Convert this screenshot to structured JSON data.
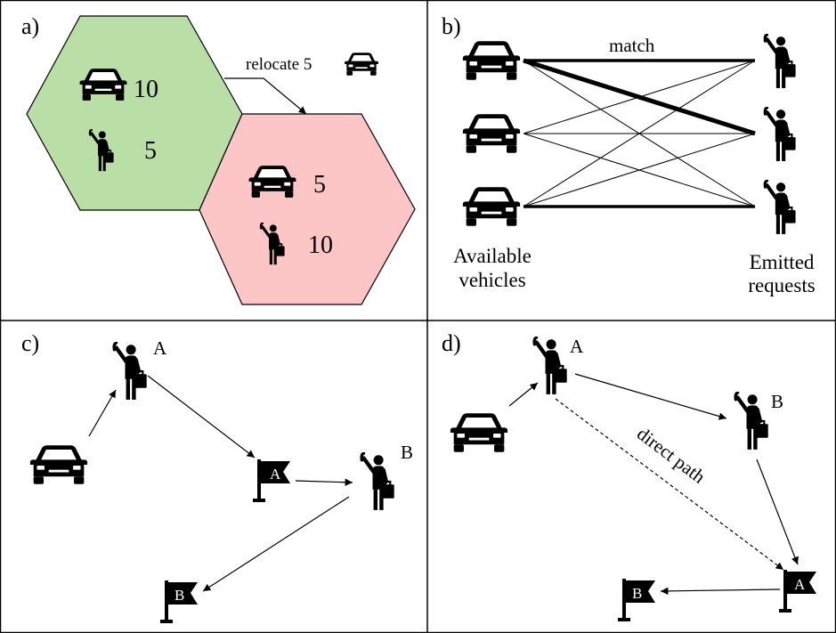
{
  "panels": {
    "a": {
      "label": "a)",
      "green_cell": {
        "vehicles": "10",
        "requests": "5",
        "color": "#b9dfa6"
      },
      "red_cell": {
        "vehicles": "5",
        "requests": "10",
        "color": "#fbc6c5"
      },
      "relocate_text": "relocate 5"
    },
    "b": {
      "label": "b)",
      "match_text": "match",
      "left_caption_1": "Available",
      "left_caption_2": "vehicles",
      "right_caption_1": "Emitted",
      "right_caption_2": "requests"
    },
    "c": {
      "label": "c)",
      "person_a": "A",
      "person_b": "B",
      "flag_a": "A",
      "flag_b": "B"
    },
    "d": {
      "label": "d)",
      "person_a": "A",
      "person_b": "B",
      "flag_a": "A",
      "flag_b": "B",
      "direct_path_text": "direct path"
    }
  },
  "icons": [
    "car-icon",
    "person-with-luggage-icon",
    "flag-icon"
  ]
}
